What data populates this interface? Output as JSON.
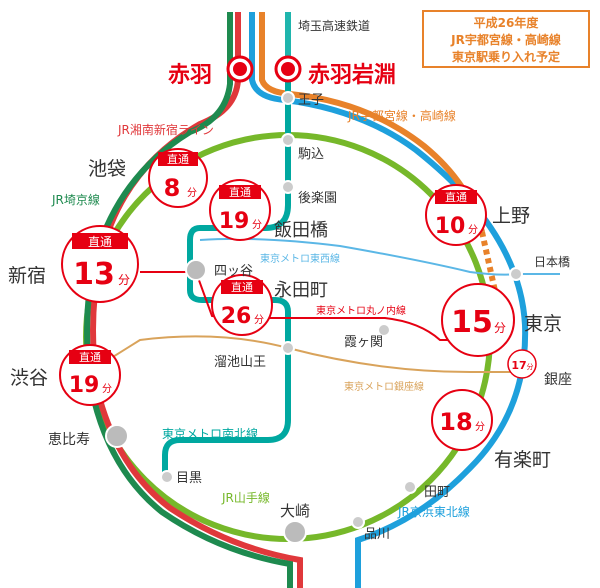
{
  "note": [
    "平成26年度",
    "JR宇都宮線・高崎線",
    "東京駅乗り入れ予定"
  ],
  "colors": {
    "yamanote": "#76b82a",
    "keihin": "#1ea0dc",
    "utsunomiya": "#e8822a",
    "shonan": "#e0383b",
    "saikyo": "#1e8a4f",
    "marunouchi": "#e60012",
    "namboku": "#00a8a0",
    "tozai": "#5bb7e6",
    "ginza": "#d9a35b",
    "saitama": "#1fb5ad"
  },
  "stations": {
    "akabane": "赤羽",
    "akabaneiwabuchi": "赤羽岩淵",
    "oji": "王子",
    "komagome": "駒込",
    "korakuen": "後楽園",
    "iidabashi": "飯田橋",
    "ichigaya": "四ッ谷",
    "nagatacho": "永田町",
    "kasumigaseki": "霞ヶ関",
    "tameike": "溜池山王",
    "ikebukuro": "池袋",
    "shinjuku": "新宿",
    "shibuya": "渋谷",
    "ebisu": "恵比寿",
    "meguro": "目黒",
    "osaki": "大崎",
    "shinagawa": "品川",
    "tamachi": "田町",
    "yurakucho": "有楽町",
    "ginza": "銀座",
    "tokyo": "東京",
    "nihonbashi": "日本橋",
    "ueno": "上野"
  },
  "lines": {
    "saitama": "埼玉高速鉄道",
    "shonan": "JR湘南新宿ライン",
    "utsunomiya": "JR宇都宮線・高崎線",
    "saikyo": "JR埼京線",
    "tozai": "東京メトロ東西線",
    "marunouchi": "東京メトロ丸ノ内線",
    "ginza": "東京メトロ銀座線",
    "namboku": "東京メトロ南北線",
    "yamanote": "JR山手線",
    "keihin": "JR京浜東北線"
  },
  "times": {
    "direct": "直通",
    "ikebukuro": "8",
    "shinjuku": "13",
    "shibuya": "19",
    "iidabashi": "19",
    "nagatacho": "26",
    "ueno": "10",
    "tokyo": "15",
    "ginza": "17",
    "yurakucho": "18",
    "unit": "分"
  }
}
